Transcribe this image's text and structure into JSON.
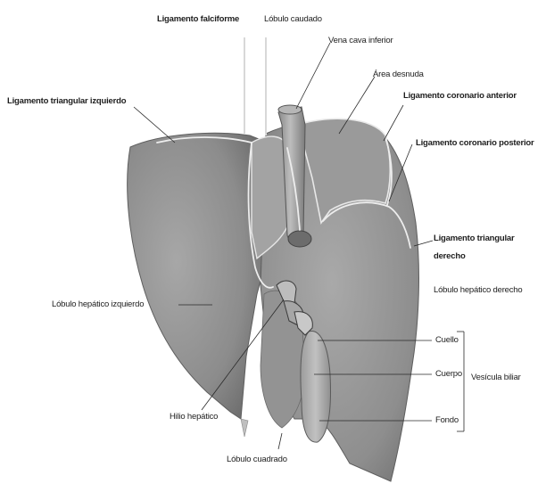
{
  "labels": {
    "ligamento_falciforme": "Ligamento falciforme",
    "lobulo_caudado_top": "Lóbulo caudado",
    "vena_cava_inferior": "Vena cava inferior",
    "area_desnuda": "Área desnuda",
    "ligamento_coronario_anterior": "Ligamento coronario anterior",
    "ligamento_triangular_izquierdo": "Ligamento triangular izquierdo",
    "ligamento_coronario_posterior": "Ligamento coronario posterior",
    "ligamento_triangular_derecho_1": "Ligamento triangular",
    "ligamento_triangular_derecho_2": "derecho",
    "lobulo_hepatico_derecho": "Lóbulo hepático derecho",
    "lobulo_hepatico_izquierdo": "Lóbulo hepático izquierdo",
    "cuello": "Cuello",
    "cuerpo": "Cuerpo",
    "vesicula_biliar": "Vesícula biliar",
    "hilio_hepatico": "Hilio hepático",
    "fondo": "Fondo",
    "lobulo_caudado_bottom": "Lóbulo cuadrado"
  },
  "colors": {
    "liver_fill": "#8f8f8f",
    "liver_dark": "#6e6e6e",
    "liver_light": "#b4b4b4",
    "ligament": "#e6e6e6",
    "leader": "#2a2a2a"
  }
}
